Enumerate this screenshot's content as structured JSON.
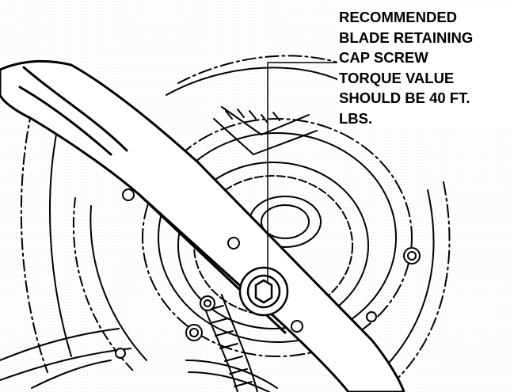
{
  "callout": {
    "lines": [
      "RECOMMENDED",
      "BLADE RETAINING",
      "CAP SCREW",
      "TORQUE VALUE",
      "SHOULD BE 40 FT.",
      "LBS."
    ]
  },
  "colors": {
    "ink": "#000000",
    "paper": "#ffffff",
    "stipple": "#d9d9d9"
  }
}
